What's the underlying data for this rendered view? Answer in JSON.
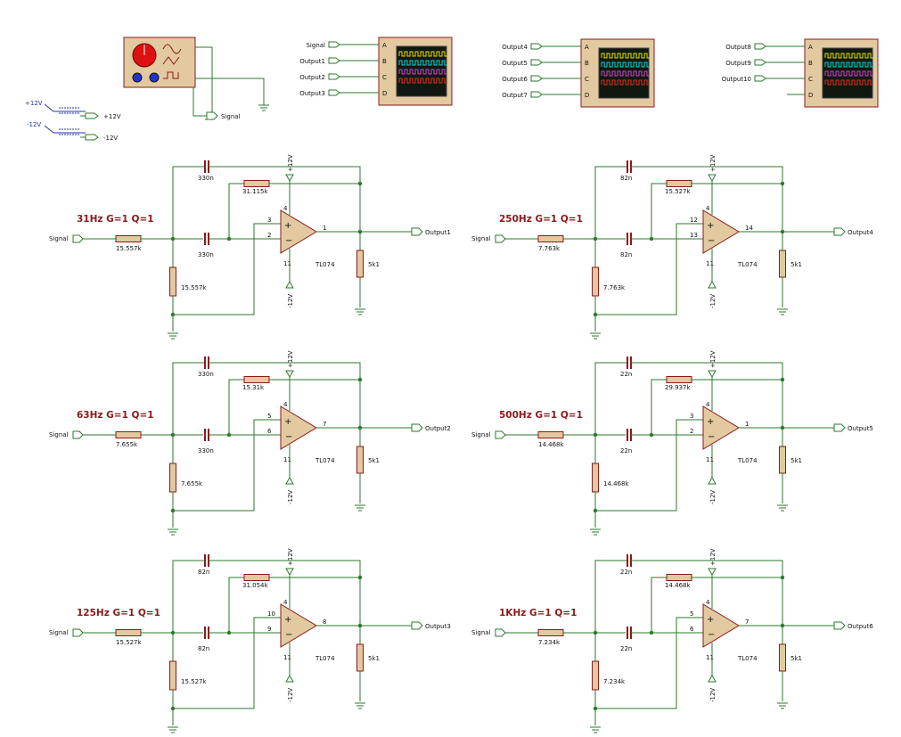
{
  "filters": [
    {
      "title": "31Hz G=1 Q=1",
      "cap": "330n",
      "rfb": "31.115k",
      "rin": "15.557k",
      "rgnd": "15.557k",
      "pin_top": "3",
      "pin_bot": "2",
      "pin_out": "1",
      "out": "Output1",
      "op": "TL074",
      "load": "5k1"
    },
    {
      "title": "63Hz G=1 Q=1",
      "cap": "330n",
      "rfb": "15.31k",
      "rin": "7.655k",
      "rgnd": "7.655k",
      "pin_top": "5",
      "pin_bot": "6",
      "pin_out": "7",
      "out": "Output2",
      "op": "TL074",
      "load": "5k1"
    },
    {
      "title": "125Hz G=1 Q=1",
      "cap": "82n",
      "rfb": "31.054k",
      "rin": "15.527k",
      "rgnd": "15.527k",
      "pin_top": "10",
      "pin_bot": "9",
      "pin_out": "8",
      "out": "Output3",
      "op": "TL074",
      "load": "5k1"
    },
    {
      "title": "250Hz G=1 Q=1",
      "cap": "82n",
      "rfb": "15.527k",
      "rin": "7.763k",
      "rgnd": "7.763k",
      "pin_top": "12",
      "pin_bot": "13",
      "pin_out": "14",
      "out": "Output4",
      "op": "TL074",
      "load": "5k1"
    },
    {
      "title": "500Hz G=1 Q=1",
      "cap": "22n",
      "rfb": "29.937k",
      "rin": "14.468k",
      "rgnd": "14.468k",
      "pin_top": "3",
      "pin_bot": "2",
      "pin_out": "1",
      "out": "Output5",
      "op": "TL074",
      "load": "5k1"
    },
    {
      "title": "1KHz G=1 Q=1",
      "cap": "22n",
      "rfb": "14.468k",
      "rin": "7.234k",
      "rgnd": "7.234k",
      "pin_top": "5",
      "pin_bot": "6",
      "pin_out": "7",
      "out": "Output6",
      "op": "TL074",
      "load": "5k1"
    }
  ],
  "common": {
    "signal": "Signal",
    "vpos": "+12V",
    "vneg": "-12V",
    "pin4": "4",
    "pin11": "11"
  },
  "scopes": [
    {
      "inputs": [
        "Signal",
        "Output1",
        "Output2",
        "Output3"
      ]
    },
    {
      "inputs": [
        "Output4",
        "Output5",
        "Output6",
        "Output7"
      ]
    },
    {
      "inputs": [
        "Output8",
        "Output9",
        "Output10",
        ""
      ]
    }
  ],
  "scope_channels": [
    "A",
    "B",
    "C",
    "D"
  ],
  "supply": {
    "pos_in": "+12V",
    "pos_out": "+12V",
    "neg_in": "-12V",
    "neg_out": "-12V",
    "gen_out": "Signal"
  },
  "colors": {
    "wire": "#2a7a2a",
    "component": "#8b1a1a",
    "fill": "#e2c9a0",
    "trace_a": "#e8e000",
    "trace_b": "#00d8d8",
    "trace_c": "#d040d0",
    "trace_d": "#e03020"
  }
}
